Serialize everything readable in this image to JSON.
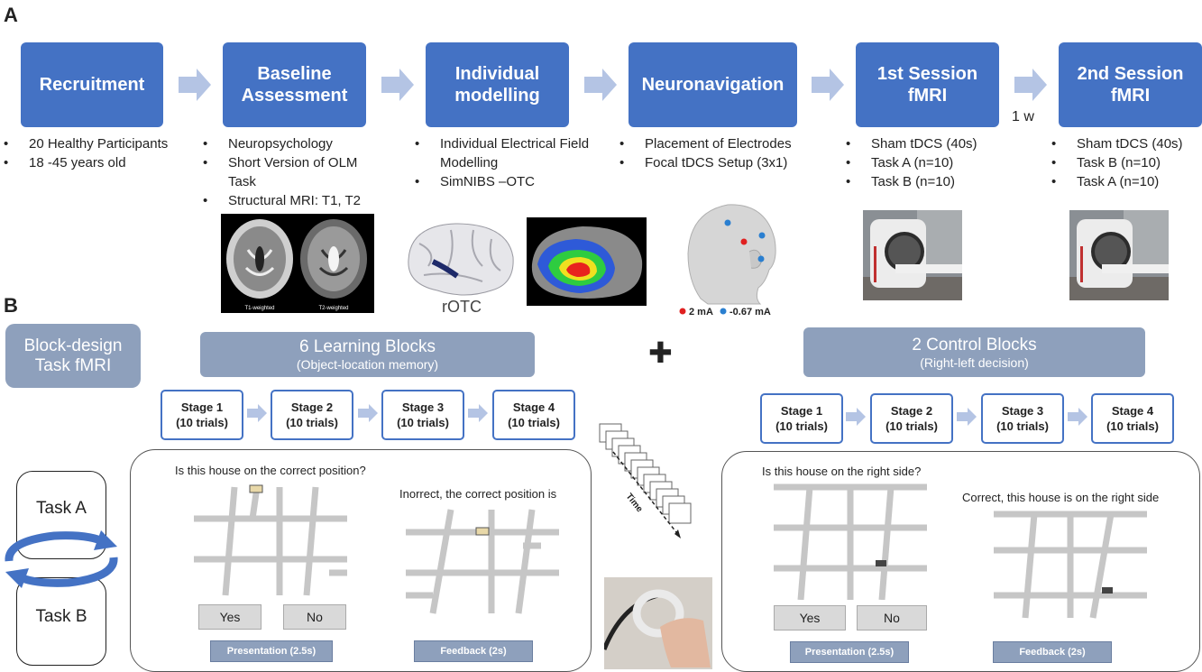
{
  "panel_a": {
    "letter": "A",
    "steps": [
      {
        "title_lines": [
          "Recruitment"
        ],
        "bullets": [
          "20 Healthy Participants",
          "18 -45 years old"
        ]
      },
      {
        "title_lines": [
          "Baseline",
          "Assessment"
        ],
        "bullets": [
          "Neuropsychology",
          "Short Version of OLM Task",
          "Structural MRI: T1, T2"
        ]
      },
      {
        "title_lines": [
          "Individual",
          "modelling"
        ],
        "bullets": [
          "Individual Electrical Field Modelling",
          "SimNIBS –OTC"
        ]
      },
      {
        "title_lines": [
          "Neuronavigation"
        ],
        "bullets": [
          "Placement of Electrodes",
          "Focal tDCS Setup (3x1)"
        ]
      },
      {
        "title_lines": [
          "1st Session",
          "fMRI"
        ],
        "bullets": [
          "Sham tDCS (40s)",
          "Task A (n=10)",
          "Task B (n=10)"
        ]
      },
      {
        "title_lines": [
          "2nd Session",
          "fMRI"
        ],
        "bullets": [
          "Sham tDCS (40s)",
          "Task B (n=10)",
          "Task A (n=10)"
        ]
      }
    ],
    "interval_label": "1 w",
    "mri_labels": [
      "T1-weighted",
      "T2-weighted"
    ],
    "rotc_label": "rOTC",
    "electrode_legend": {
      "red": "2 mA",
      "blue": "-0.67 mA"
    },
    "colors": {
      "step_fill": "#4472c4",
      "arrow": "#b4c4e4",
      "red_electrode": "#e02020",
      "blue_electrode": "#2a7fd0"
    }
  },
  "panel_b": {
    "letter": "B",
    "design_label_lines": [
      "Block-design",
      "Task fMRI"
    ],
    "learning": {
      "title": "6 Learning Blocks",
      "subtitle": "(Object-location memory)",
      "stages": [
        {
          "name": "Stage 1",
          "trials": "(10 trials)"
        },
        {
          "name": "Stage 2",
          "trials": "(10 trials)"
        },
        {
          "name": "Stage 3",
          "trials": "(10 trials)"
        },
        {
          "name": "Stage 4",
          "trials": "(10 trials)"
        }
      ],
      "question": "Is this house on the correct position?",
      "feedback_text": "Inorrect, the correct position is",
      "yes": "Yes",
      "no": "No",
      "presentation": "Presentation (2.5s)",
      "feedback": "Feedback (2s)"
    },
    "plus": "✚",
    "control": {
      "title": "2 Control Blocks",
      "subtitle": "(Right-left decision)",
      "stages": [
        {
          "name": "Stage 1",
          "trials": "(10 trials)"
        },
        {
          "name": "Stage 2",
          "trials": "(10 trials)"
        },
        {
          "name": "Stage 3",
          "trials": "(10 trials)"
        },
        {
          "name": "Stage 4",
          "trials": "(10 trials)"
        }
      ],
      "question": "Is this house on the right side?",
      "feedback_text": "Correct, this house is on the right side",
      "yes": "Yes",
      "no": "No",
      "presentation": "Presentation (2.5s)",
      "feedback": "Feedback (2s)"
    },
    "time_label": "Time",
    "task_a": "Task A",
    "task_b": "Task B",
    "colors": {
      "block_fill": "#8ea0bc",
      "stage_border": "#4472c4",
      "cycle_arrow": "#4472c4"
    }
  }
}
